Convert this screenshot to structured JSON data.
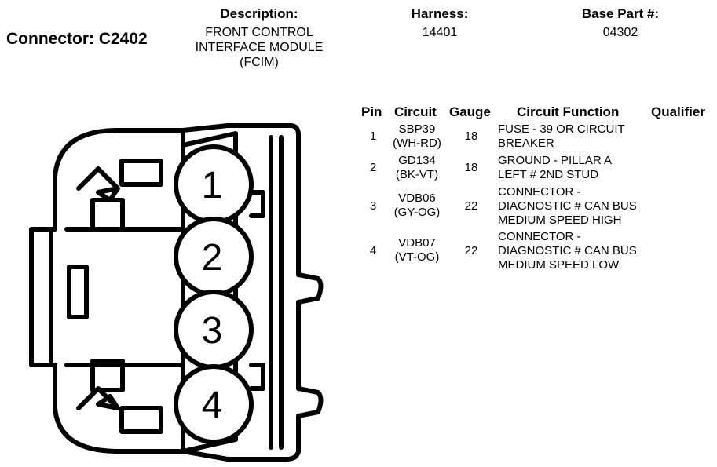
{
  "connector": {
    "title": "Connector: C2402"
  },
  "header": {
    "description_label": "Description:",
    "description_lines": [
      "FRONT CONTROL",
      "INTERFACE MODULE",
      "(FCIM)"
    ],
    "harness_label": "Harness:",
    "harness_value": "14401",
    "base_part_label": "Base Part #:",
    "base_part_value": "04302"
  },
  "table": {
    "columns": [
      "Pin",
      "Circuit",
      "Gauge",
      "Circuit Function",
      "Qualifier"
    ],
    "rows": [
      {
        "pin": "1",
        "circuit": [
          "SBP39",
          "(WH-RD)"
        ],
        "gauge": "18",
        "function": [
          "FUSE - 39 OR CIRCUIT",
          "BREAKER"
        ],
        "qualifier": ""
      },
      {
        "pin": "2",
        "circuit": [
          "GD134",
          "(BK-VT)"
        ],
        "gauge": "18",
        "function": [
          "GROUND - PILLAR A",
          "LEFT # 2ND STUD"
        ],
        "qualifier": ""
      },
      {
        "pin": "3",
        "circuit": [
          "VDB06",
          "(GY-OG)"
        ],
        "gauge": "22",
        "function": [
          "CONNECTOR -",
          "DIAGNOSTIC # CAN BUS",
          "MEDIUM SPEED HIGH"
        ],
        "qualifier": ""
      },
      {
        "pin": "4",
        "circuit": [
          "VDB07",
          "(VT-OG)"
        ],
        "gauge": "22",
        "function": [
          "CONNECTOR -",
          "DIAGNOSTIC # CAN BUS",
          "MEDIUM SPEED LOW"
        ],
        "qualifier": ""
      }
    ]
  },
  "diagram": {
    "pin_labels": [
      "1",
      "2",
      "3",
      "4"
    ]
  }
}
